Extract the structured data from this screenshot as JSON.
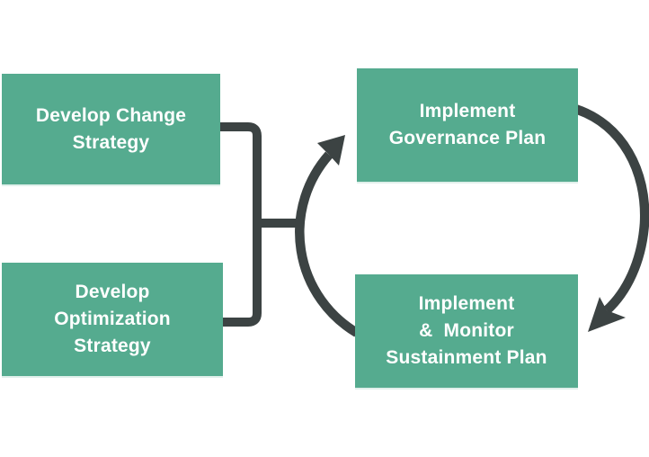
{
  "colors": {
    "box_green": "#55AB8F",
    "connector_dark": "#3C4343",
    "box_text": "#FFFFFF",
    "background": "#FFFFFF"
  },
  "boxes": {
    "develop_change": {
      "label": "Develop Change\nStrategy"
    },
    "develop_optimization": {
      "label": "Develop\nOptimization\nStrategy"
    },
    "implement_governance": {
      "label": "Implement\nGovernance Plan"
    },
    "implement_monitor": {
      "label": "Implement\n&  Monitor\nSustainment Plan"
    }
  },
  "icons": {
    "left_arrowhead": "arrowhead-northeast",
    "right_arrowhead": "arrowhead-southwest"
  }
}
